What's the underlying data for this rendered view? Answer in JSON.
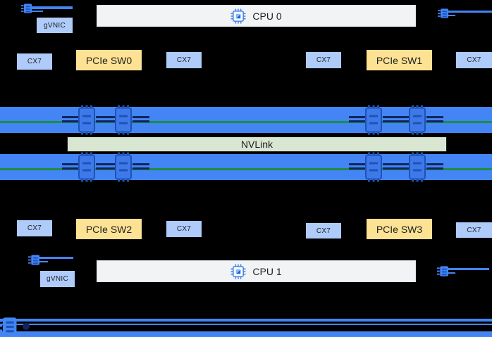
{
  "colors": {
    "background": "#000000",
    "band-blue": "#4385f5",
    "box-blue": "#aecbfa",
    "box-yellow": "#fde293",
    "box-gray": "#f1f3f4",
    "nvlink-green": "#d9e7d2",
    "link-green": "#1e8e3e",
    "link-navy": "#13245c"
  },
  "cpus": [
    {
      "label": "CPU 0"
    },
    {
      "label": "CPU 1"
    }
  ],
  "pcie_switches": [
    {
      "label": "PCIe SW0"
    },
    {
      "label": "PCIe SW1"
    },
    {
      "label": "PCIe SW2"
    },
    {
      "label": "PCIe SW3"
    }
  ],
  "nics": {
    "cx7_label": "CX7",
    "gvnic_label": "gVNIC"
  },
  "interconnect": {
    "nvlink_label": "NVLink"
  },
  "icons": {
    "cpu": "cpu-chip-icon",
    "gpu": "gpu-chip-icon",
    "nic_port": "nic-port-icon"
  }
}
